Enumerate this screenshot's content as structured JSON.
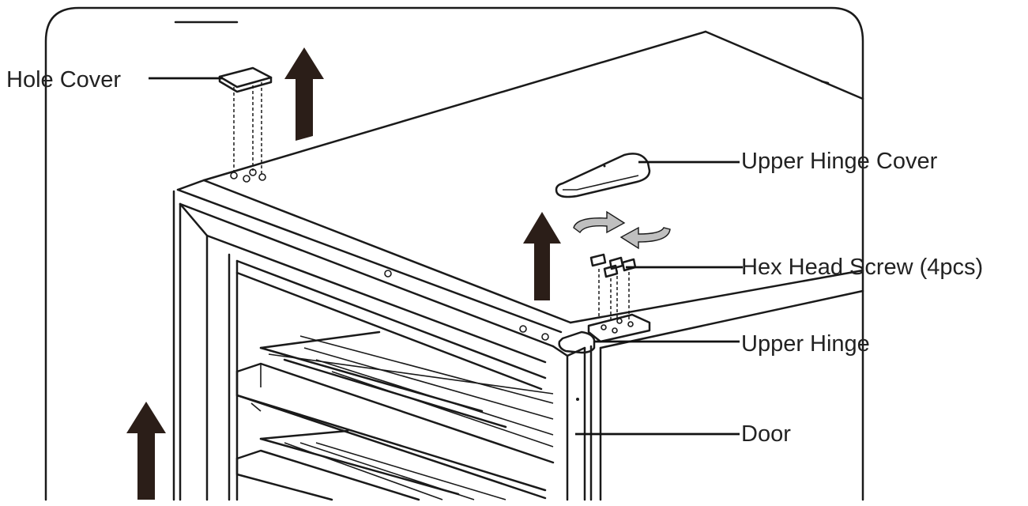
{
  "labels": {
    "hole_cover": "Hole Cover",
    "upper_hinge_cover": "Upper Hinge Cover",
    "hex_head_screw": "Hex Head Screw (4pcs)",
    "upper_hinge": "Upper Hinge",
    "door": "Door"
  },
  "colors": {
    "line": "#1a1a1a",
    "arrow": "#2b1e18",
    "rotation_arrow": "#bfbfbf",
    "background": "#ffffff"
  }
}
